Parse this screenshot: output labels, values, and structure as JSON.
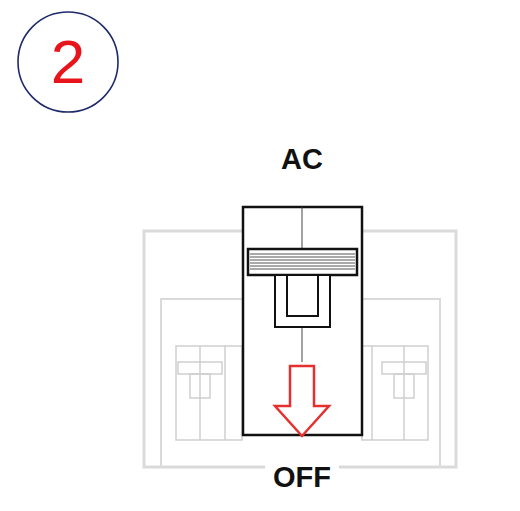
{
  "diagram": {
    "nodes": [
      {
        "text": [
          "2"
        ]
      }
    ],
    "labels": [
      "AC",
      "OFF"
    ]
  }
}
